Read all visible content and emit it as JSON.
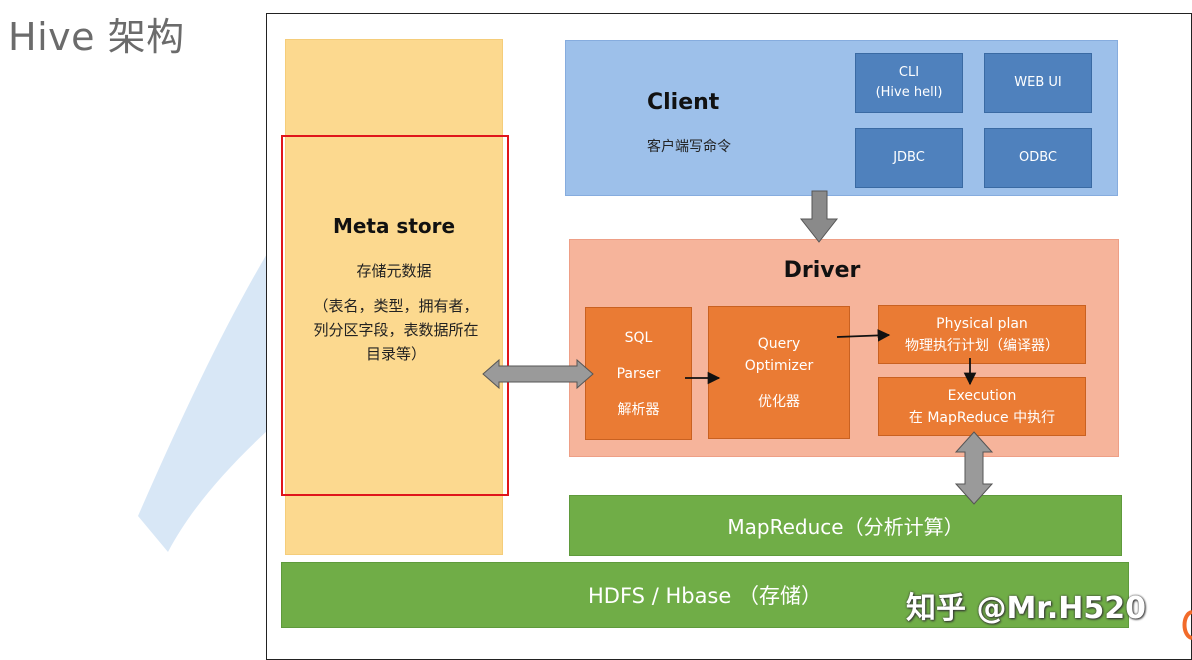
{
  "slide": {
    "title": "Hive 架构"
  },
  "metastore": {
    "title": "Meta store",
    "subtitle": "存储元数据",
    "description_lines": [
      "（表名，类型，拥有者，",
      "列分区字段，表数据所在",
      "目录等）"
    ]
  },
  "client": {
    "title": "Client",
    "subtitle": "客户端写命令",
    "cli_line1": "CLI",
    "cli_line2": "(Hive hell)",
    "webui": "WEB UI",
    "jdbc": "JDBC",
    "odbc": "ODBC"
  },
  "driver": {
    "title": "Driver",
    "parser": [
      "SQL",
      "Parser",
      "解析器"
    ],
    "optimizer": [
      "Query",
      "Optimizer",
      "优化器"
    ],
    "physical_plan": [
      "Physical plan",
      "物理执行计划（编译器）"
    ],
    "execution": [
      "Execution",
      "在 MapReduce 中执行"
    ]
  },
  "mapreduce": {
    "label": "MapReduce（分析计算）"
  },
  "hdfs": {
    "label": "HDFS / Hbase （存储）"
  },
  "watermark": {
    "text": "知乎 @Mr.H520"
  },
  "colors": {
    "metastore": "#fcd98f",
    "client": "#9dc0ea",
    "client_buttons": "#4f81bd",
    "driver": "#f6b49b",
    "driver_boxes": "#ea7b34",
    "storage": "#70ad47",
    "highlight": "#e0151b"
  }
}
